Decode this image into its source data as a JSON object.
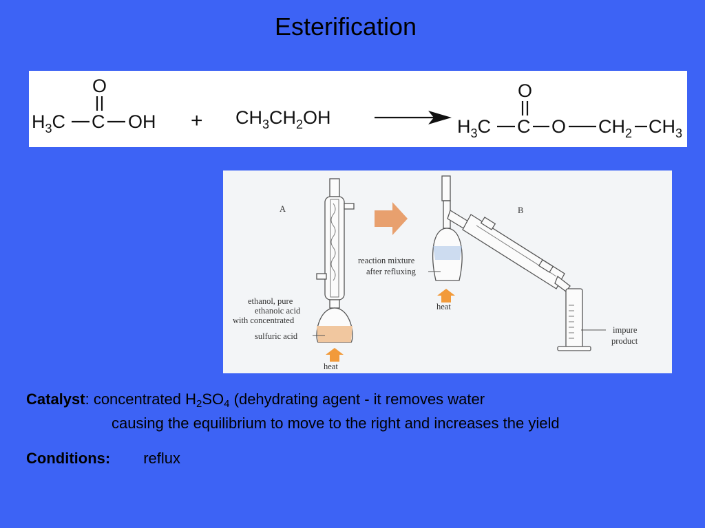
{
  "slide": {
    "title": "Esterification"
  },
  "equation": {
    "acid_h3c": "H",
    "acid_h3c_sub": "3",
    "acid_h3c_c": "C",
    "acid_c": "C",
    "acid_oh": "OH",
    "acid_o": "O",
    "plus": "+",
    "ethanol_ch": "CH",
    "ethanol_sub1": "3",
    "ethanol_ch2": "CH",
    "ethanol_sub2": "2",
    "ethanol_oh": "OH",
    "ester_h": "H",
    "ester_sub3": "3",
    "ester_c1": "C",
    "ester_c2": "C",
    "ester_o_top": "O",
    "ester_o": "O",
    "ester_ch2": "CH",
    "ester_sub2": "2",
    "ester_ch3": "CH",
    "ester_sub3b": "3"
  },
  "apparatus": {
    "label_a": "A",
    "label_b": "B",
    "reflux_contents": [
      "ethanol, pure",
      "ethanoic acid",
      "with concentrated",
      "sulfuric acid"
    ],
    "heat_a": "heat",
    "reaction_mixture": [
      "reaction mixture",
      "after refluxing"
    ],
    "heat_b": "heat",
    "impure_product": [
      "impure",
      "product"
    ],
    "colors": {
      "arrow": "#e8a06e",
      "heat_arrow": "#f29a3a",
      "liquid": "#f1c79f"
    }
  },
  "notes": {
    "catalyst_label": "Catalyst",
    "catalyst_colon": ": concentrated H",
    "catalyst_sub2": "2",
    "catalyst_so": "SO",
    "catalyst_sub4": "4",
    "catalyst_rest": " (dehydrating agent - it removes water",
    "catalyst_line2": "causing the equilibrium to move to the right and increases the yield",
    "conditions_label": "Conditions:",
    "conditions_value": "reflux"
  }
}
